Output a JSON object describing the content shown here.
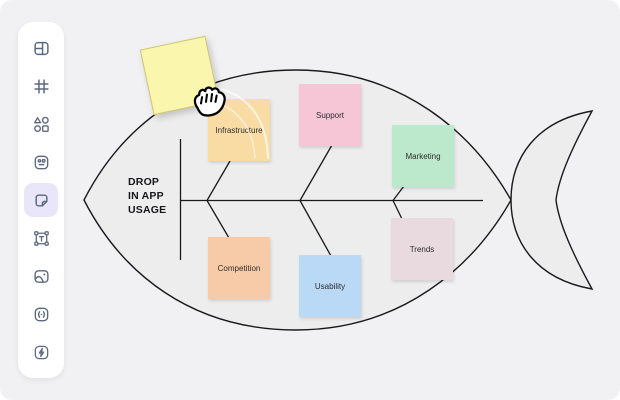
{
  "window": {
    "background": "#f1f1f3"
  },
  "sidebar": {
    "selected_color": "#e9e6fa",
    "icon_color": "#5c6980",
    "tools": [
      {
        "id": "templates",
        "icon": "layout-icon",
        "selected": false
      },
      {
        "id": "frames",
        "icon": "grid-icon",
        "selected": false
      },
      {
        "id": "shapes",
        "icon": "shapes-icon",
        "selected": false
      },
      {
        "id": "widgets",
        "icon": "widget-board-icon",
        "selected": false
      },
      {
        "id": "sticky-note",
        "icon": "sticky-note-icon",
        "selected": true
      },
      {
        "id": "text",
        "icon": "text-icon",
        "selected": false
      },
      {
        "id": "image",
        "icon": "image-icon",
        "selected": false
      },
      {
        "id": "embed",
        "icon": "embed-icon",
        "selected": false
      },
      {
        "id": "automation",
        "icon": "lightning-icon",
        "selected": false
      }
    ]
  },
  "canvas": {
    "diagram_type": "fishbone",
    "fish": {
      "fill": "#ededee",
      "stroke": "#1a1a1c"
    },
    "problem_label": "DROP\nIN APP\nUSAGE",
    "causes_top": [
      "Infrastructure",
      "Support",
      "Marketing"
    ],
    "causes_bottom": [
      "Competition",
      "Usability",
      "Trends"
    ],
    "stickies": [
      {
        "label": "Infrastructure",
        "color": "#f9dba4"
      },
      {
        "label": "Support",
        "color": "#f6c6d7"
      },
      {
        "label": "Marketing",
        "color": "#bce8cb"
      },
      {
        "label": "Competition",
        "color": "#f8cba8"
      },
      {
        "label": "Usability",
        "color": "#b9d9f7"
      },
      {
        "label": "Trends",
        "color": "#e8dadf"
      }
    ],
    "dragged_sticky": {
      "label": "",
      "color": "#fbf6ad"
    },
    "cursor": "grab-hand-cursor"
  }
}
